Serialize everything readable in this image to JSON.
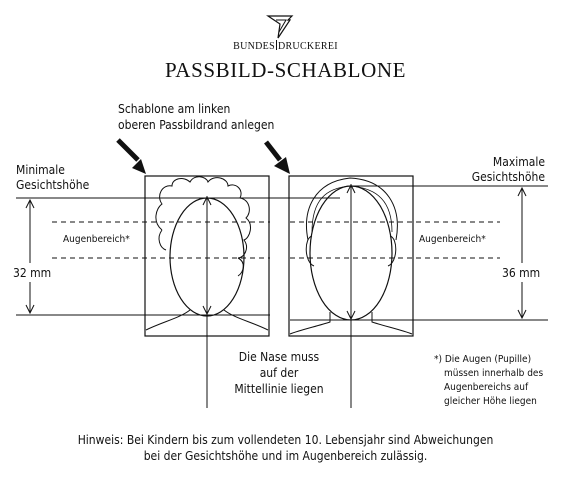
{
  "header": {
    "brand_left": "BUNDES",
    "brand_right": "DRUCKEREI",
    "title": "PASSBILD-SCHABLONE"
  },
  "callouts": {
    "anlegen_line1": "Schablone am linken",
    "anlegen_line2": "oberen Passbildrand anlegen",
    "min_line1": "Minimale",
    "min_line2": "Gesichtshöhe",
    "max_line1": "Maximale",
    "max_line2": "Gesichtshöhe",
    "eye_left": "Augenbereich*",
    "eye_right": "Augenbereich*",
    "min_height": "32 mm",
    "max_height": "36 mm",
    "nose_line1": "Die Nase muss",
    "nose_line2": "auf der",
    "nose_line3": "Mittellinie liegen",
    "footnote_line1": "*) Die Augen (Pupille)",
    "footnote_line2": "müssen innerhalb des",
    "footnote_line3": "Augenbereichs auf",
    "footnote_line4": "gleicher Höhe liegen"
  },
  "notice": {
    "line1": "Hinweis: Bei Kindern bis zum vollendeten 10. Lebensjahr sind Abweichungen",
    "line2": "bei der Gesichtshöhe und im Augenbereich zulässig."
  }
}
